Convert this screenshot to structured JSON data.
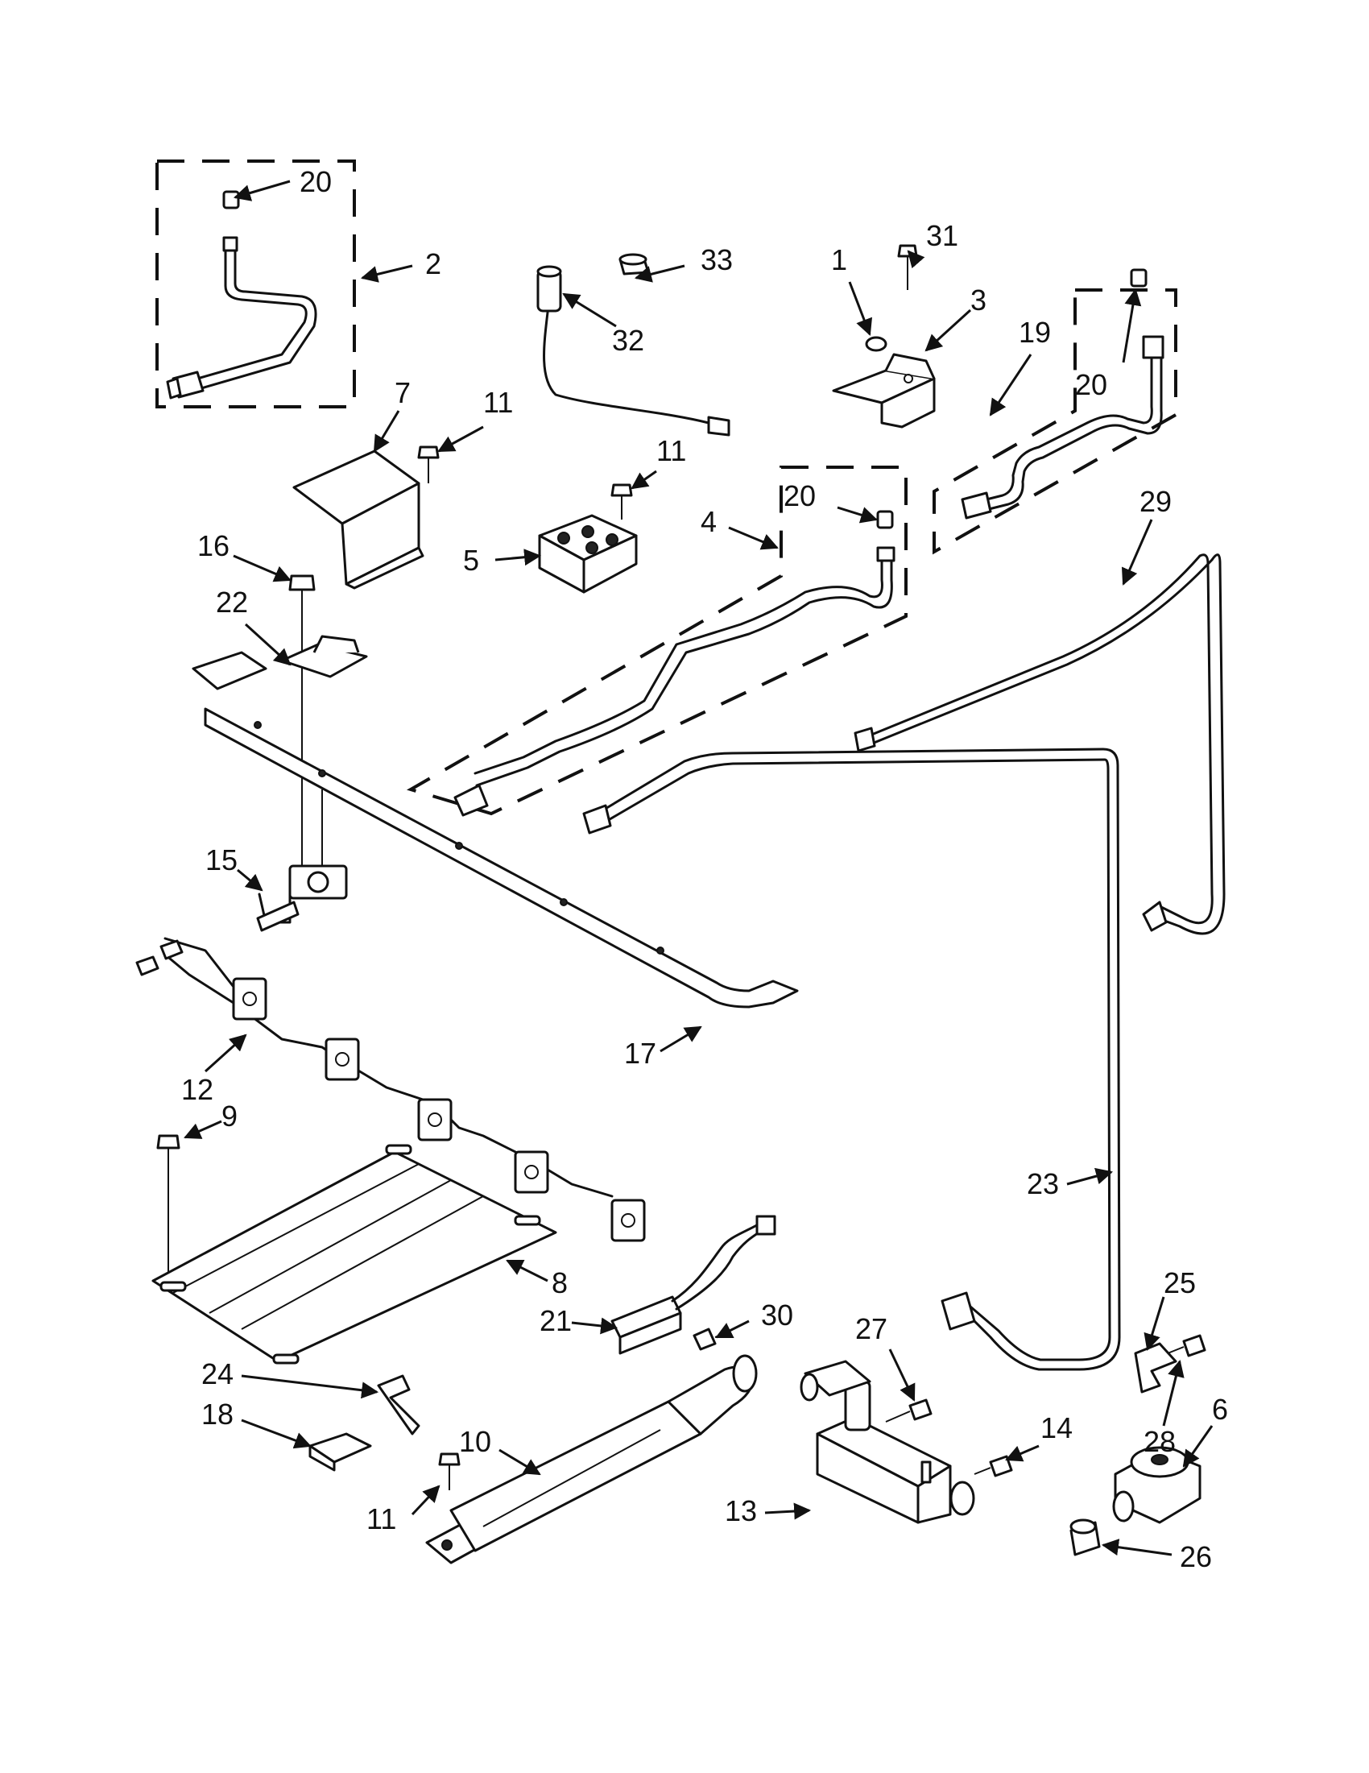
{
  "diagram": {
    "callouts": [
      "20",
      "2",
      "33",
      "32",
      "31",
      "1",
      "3",
      "19",
      "20",
      "7",
      "11",
      "11",
      "5",
      "4",
      "20",
      "29",
      "16",
      "22",
      "15",
      "17",
      "12",
      "9",
      "23",
      "8",
      "21",
      "30",
      "25",
      "27",
      "24",
      "18",
      "10",
      "14",
      "28",
      "6",
      "13",
      "11",
      "26"
    ]
  },
  "colors": {
    "ink": "#111111",
    "background": "#ffffff"
  }
}
